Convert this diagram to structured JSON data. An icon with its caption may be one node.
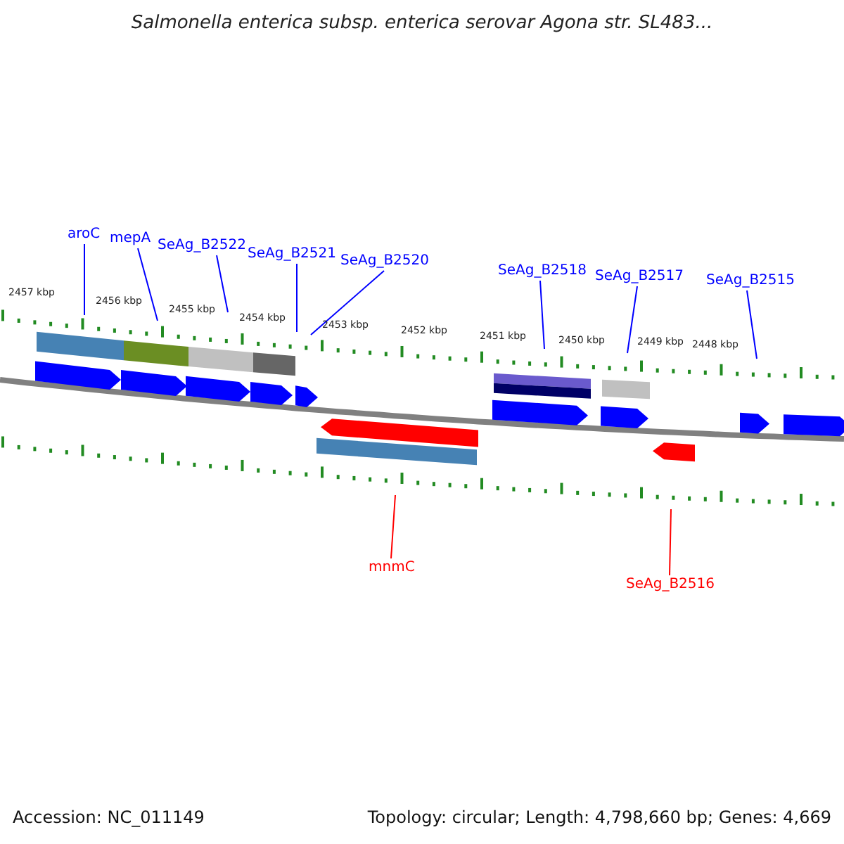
{
  "diagram": {
    "title": "Salmonella enterica subsp. enterica serovar Agona str. SL483...",
    "nodes": [
      {
        "text": [
          "aroC"
        ]
      },
      {
        "text": [
          "mepA"
        ]
      },
      {
        "text": [
          "SeAg_B2522"
        ]
      },
      {
        "text": [
          "SeAg_B2521"
        ]
      },
      {
        "text": [
          "SeAg_B2520"
        ]
      },
      {
        "text": [
          "SeAg_B2518"
        ]
      },
      {
        "text": [
          "SeAg_B2517"
        ]
      },
      {
        "text": [
          "SeAg_B2515"
        ]
      },
      {
        "text": [
          "mnmC"
        ]
      },
      {
        "text": [
          "SeAg_B2516"
        ]
      }
    ],
    "edges": [
      {
        "from": 0,
        "to": null,
        "arrow": "none"
      },
      {
        "from": 1,
        "to": null,
        "arrow": "none"
      },
      {
        "from": 2,
        "to": null,
        "arrow": "none"
      },
      {
        "from": 3,
        "to": null,
        "arrow": "none"
      },
      {
        "from": 4,
        "to": null,
        "arrow": "none"
      },
      {
        "from": 5,
        "to": null,
        "arrow": "none"
      },
      {
        "from": 6,
        "to": null,
        "arrow": "none"
      },
      {
        "from": 7,
        "to": null,
        "arrow": "none"
      },
      {
        "from": 8,
        "to": null,
        "arrow": "none",
        "color": "#ff0000"
      },
      {
        "from": 9,
        "to": null,
        "arrow": "none",
        "color": "#ff0000"
      }
    ],
    "labels": [
      "2457 kbp",
      "2456 kbp",
      "2455 kbp",
      "2454 kbp",
      "2453 kbp",
      "2452 kbp",
      "2451 kbp",
      "2450 kbp",
      "2449 kbp",
      "2448 kbp",
      "Accession: NC_011149",
      "Topology: circular; Length: 4,798,660 bp; Genes: 4,669"
    ]
  }
}
